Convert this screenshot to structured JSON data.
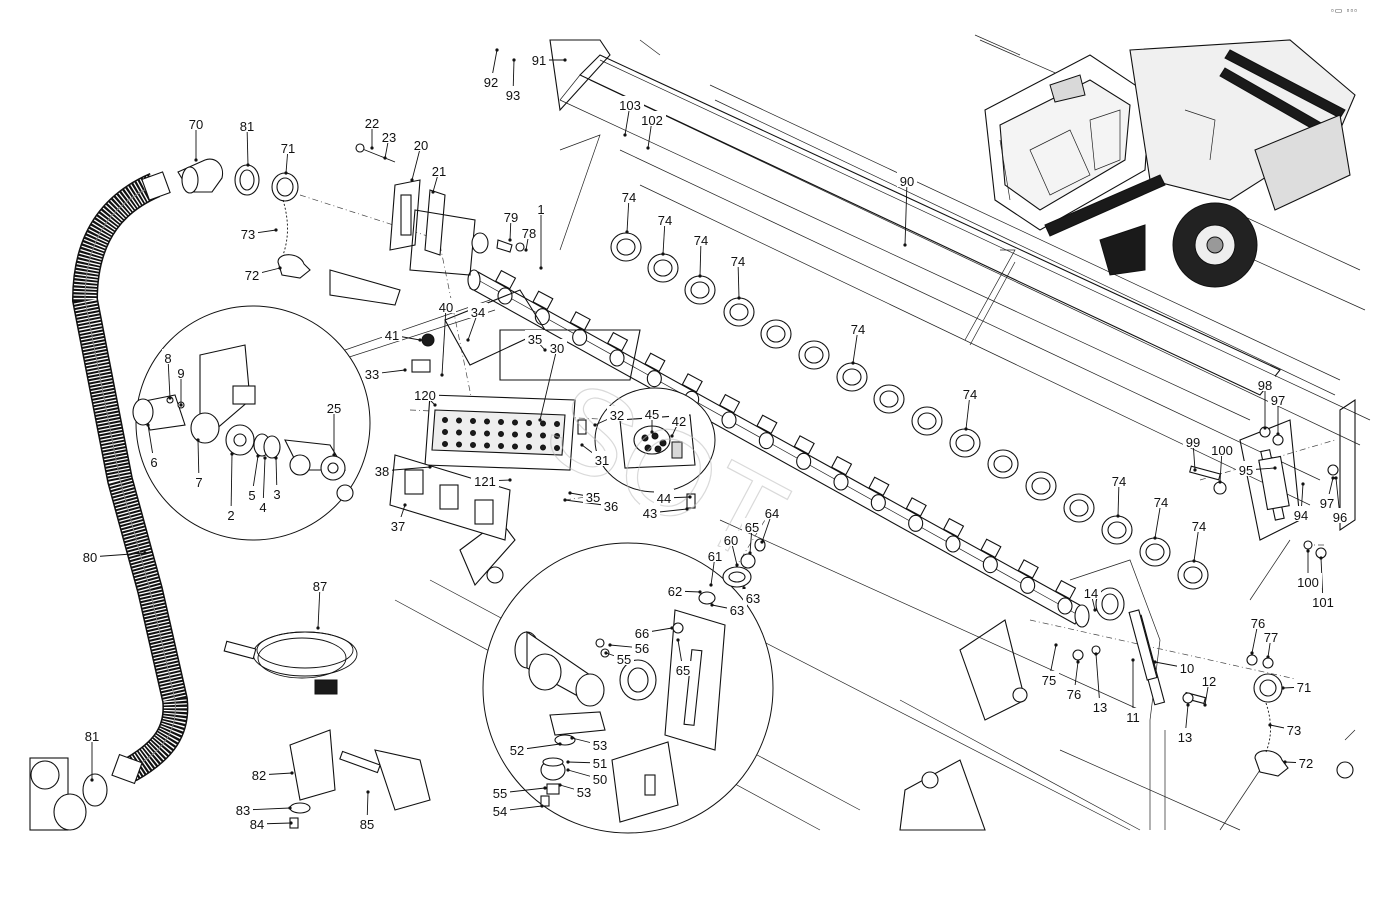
{
  "corner_mark": "▫▭ ▫▫▫",
  "watermark": "SOT",
  "callouts": [
    {
      "id": "c-92",
      "text": "92"
    },
    {
      "id": "c-93",
      "text": "93"
    },
    {
      "id": "c-91",
      "text": "91"
    },
    {
      "id": "c-103",
      "text": "103"
    },
    {
      "id": "c-102",
      "text": "102"
    },
    {
      "id": "c-90",
      "text": "90"
    },
    {
      "id": "c-70",
      "text": "70"
    },
    {
      "id": "c-81a",
      "text": "81"
    },
    {
      "id": "c-71a",
      "text": "71"
    },
    {
      "id": "c-73a",
      "text": "73"
    },
    {
      "id": "c-72a",
      "text": "72"
    },
    {
      "id": "c-22",
      "text": "22"
    },
    {
      "id": "c-23",
      "text": "23"
    },
    {
      "id": "c-20",
      "text": "20"
    },
    {
      "id": "c-21",
      "text": "21"
    },
    {
      "id": "c-79",
      "text": "79"
    },
    {
      "id": "c-78",
      "text": "78"
    },
    {
      "id": "c-1",
      "text": "1"
    },
    {
      "id": "c-74a",
      "text": "74"
    },
    {
      "id": "c-74b",
      "text": "74"
    },
    {
      "id": "c-74c",
      "text": "74"
    },
    {
      "id": "c-74d",
      "text": "74"
    },
    {
      "id": "c-74e",
      "text": "74"
    },
    {
      "id": "c-74f",
      "text": "74"
    },
    {
      "id": "c-74g",
      "text": "74"
    },
    {
      "id": "c-74h",
      "text": "74"
    },
    {
      "id": "c-74i",
      "text": "74"
    },
    {
      "id": "c-8",
      "text": "8"
    },
    {
      "id": "c-9",
      "text": "9"
    },
    {
      "id": "c-25",
      "text": "25"
    },
    {
      "id": "c-6",
      "text": "6"
    },
    {
      "id": "c-7",
      "text": "7"
    },
    {
      "id": "c-2",
      "text": "2"
    },
    {
      "id": "c-5",
      "text": "5"
    },
    {
      "id": "c-4",
      "text": "4"
    },
    {
      "id": "c-3",
      "text": "3"
    },
    {
      "id": "c-40",
      "text": "40"
    },
    {
      "id": "c-41",
      "text": "41"
    },
    {
      "id": "c-34",
      "text": "34"
    },
    {
      "id": "c-35a",
      "text": "35"
    },
    {
      "id": "c-30",
      "text": "30"
    },
    {
      "id": "c-33",
      "text": "33"
    },
    {
      "id": "c-120",
      "text": "120"
    },
    {
      "id": "c-32",
      "text": "32"
    },
    {
      "id": "c-45",
      "text": "45"
    },
    {
      "id": "c-42",
      "text": "42"
    },
    {
      "id": "c-31",
      "text": "31"
    },
    {
      "id": "c-38",
      "text": "38"
    },
    {
      "id": "c-121",
      "text": "121"
    },
    {
      "id": "c-37",
      "text": "37"
    },
    {
      "id": "c-35b",
      "text": "35"
    },
    {
      "id": "c-36",
      "text": "36"
    },
    {
      "id": "c-44",
      "text": "44"
    },
    {
      "id": "c-43",
      "text": "43"
    },
    {
      "id": "c-64",
      "text": "64"
    },
    {
      "id": "c-65a",
      "text": "65"
    },
    {
      "id": "c-60",
      "text": "60"
    },
    {
      "id": "c-61",
      "text": "61"
    },
    {
      "id": "c-62",
      "text": "62"
    },
    {
      "id": "c-63a",
      "text": "63"
    },
    {
      "id": "c-63b",
      "text": "63"
    },
    {
      "id": "c-66",
      "text": "66"
    },
    {
      "id": "c-56",
      "text": "56"
    },
    {
      "id": "c-55a",
      "text": "55"
    },
    {
      "id": "c-65b",
      "text": "65"
    },
    {
      "id": "c-52",
      "text": "52"
    },
    {
      "id": "c-53a",
      "text": "53"
    },
    {
      "id": "c-51",
      "text": "51"
    },
    {
      "id": "c-50",
      "text": "50"
    },
    {
      "id": "c-55b",
      "text": "55"
    },
    {
      "id": "c-53b",
      "text": "53"
    },
    {
      "id": "c-54",
      "text": "54"
    },
    {
      "id": "c-80",
      "text": "80"
    },
    {
      "id": "c-87",
      "text": "87"
    },
    {
      "id": "c-81b",
      "text": "81"
    },
    {
      "id": "c-82",
      "text": "82"
    },
    {
      "id": "c-83",
      "text": "83"
    },
    {
      "id": "c-84",
      "text": "84"
    },
    {
      "id": "c-85",
      "text": "85"
    },
    {
      "id": "c-98",
      "text": "98"
    },
    {
      "id": "c-97a",
      "text": "97"
    },
    {
      "id": "c-99",
      "text": "99"
    },
    {
      "id": "c-100a",
      "text": "100"
    },
    {
      "id": "c-95",
      "text": "95"
    },
    {
      "id": "c-94",
      "text": "94"
    },
    {
      "id": "c-97b",
      "text": "97"
    },
    {
      "id": "c-96",
      "text": "96"
    },
    {
      "id": "c-100b",
      "text": "100"
    },
    {
      "id": "c-101",
      "text": "101"
    },
    {
      "id": "c-14",
      "text": "14"
    },
    {
      "id": "c-10",
      "text": "10"
    },
    {
      "id": "c-12",
      "text": "12"
    },
    {
      "id": "c-75",
      "text": "75"
    },
    {
      "id": "c-76a",
      "text": "76"
    },
    {
      "id": "c-13a",
      "text": "13"
    },
    {
      "id": "c-11",
      "text": "11"
    },
    {
      "id": "c-13b",
      "text": "13"
    },
    {
      "id": "c-76b",
      "text": "76"
    },
    {
      "id": "c-77",
      "text": "77"
    },
    {
      "id": "c-71b",
      "text": "71"
    },
    {
      "id": "c-73b",
      "text": "73"
    },
    {
      "id": "c-72b",
      "text": "72"
    }
  ]
}
